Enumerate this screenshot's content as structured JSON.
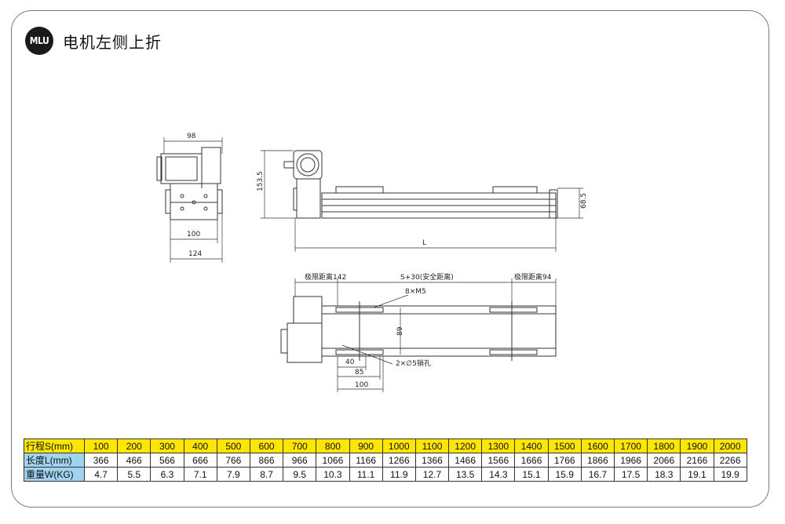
{
  "badge": "MLU",
  "title": "电机左侧上折",
  "dimensions": {
    "side_width": "98",
    "side_base": "100",
    "side_total": "124",
    "front_height": "153.5",
    "front_right_height": "68.5",
    "length": "L",
    "limit_left": "极限距离142",
    "stroke_safe": "S+30(安全距离)",
    "limit_right": "极限距离94",
    "holes_m5": "8×M5",
    "height_89": "89",
    "d40": "40",
    "d85": "85",
    "d100": "100",
    "pin_holes": "2×∅5销孔"
  },
  "table": {
    "stroke_label": "行程S(mm)",
    "length_label": "长度L(mm)",
    "weight_label": "重量W(KG)",
    "stroke": [
      "100",
      "200",
      "300",
      "400",
      "500",
      "600",
      "700",
      "800",
      "900",
      "1000",
      "1100",
      "1200",
      "1300",
      "1400",
      "1500",
      "1600",
      "1700",
      "1800",
      "1900",
      "2000"
    ],
    "length": [
      "366",
      "466",
      "566",
      "666",
      "766",
      "866",
      "966",
      "1066",
      "1166",
      "1266",
      "1366",
      "1466",
      "1566",
      "1666",
      "1766",
      "1866",
      "1966",
      "2066",
      "2166",
      "2266"
    ],
    "weight": [
      "4.7",
      "5.5",
      "6.3",
      "7.1",
      "7.9",
      "8.7",
      "9.5",
      "10.3",
      "11.1",
      "11.9",
      "12.7",
      "13.5",
      "14.3",
      "15.1",
      "15.9",
      "16.7",
      "17.5",
      "18.3",
      "19.1",
      "19.9"
    ]
  },
  "colors": {
    "stroke_row": "#ffe600",
    "header_blue": "#9fd3f0"
  }
}
